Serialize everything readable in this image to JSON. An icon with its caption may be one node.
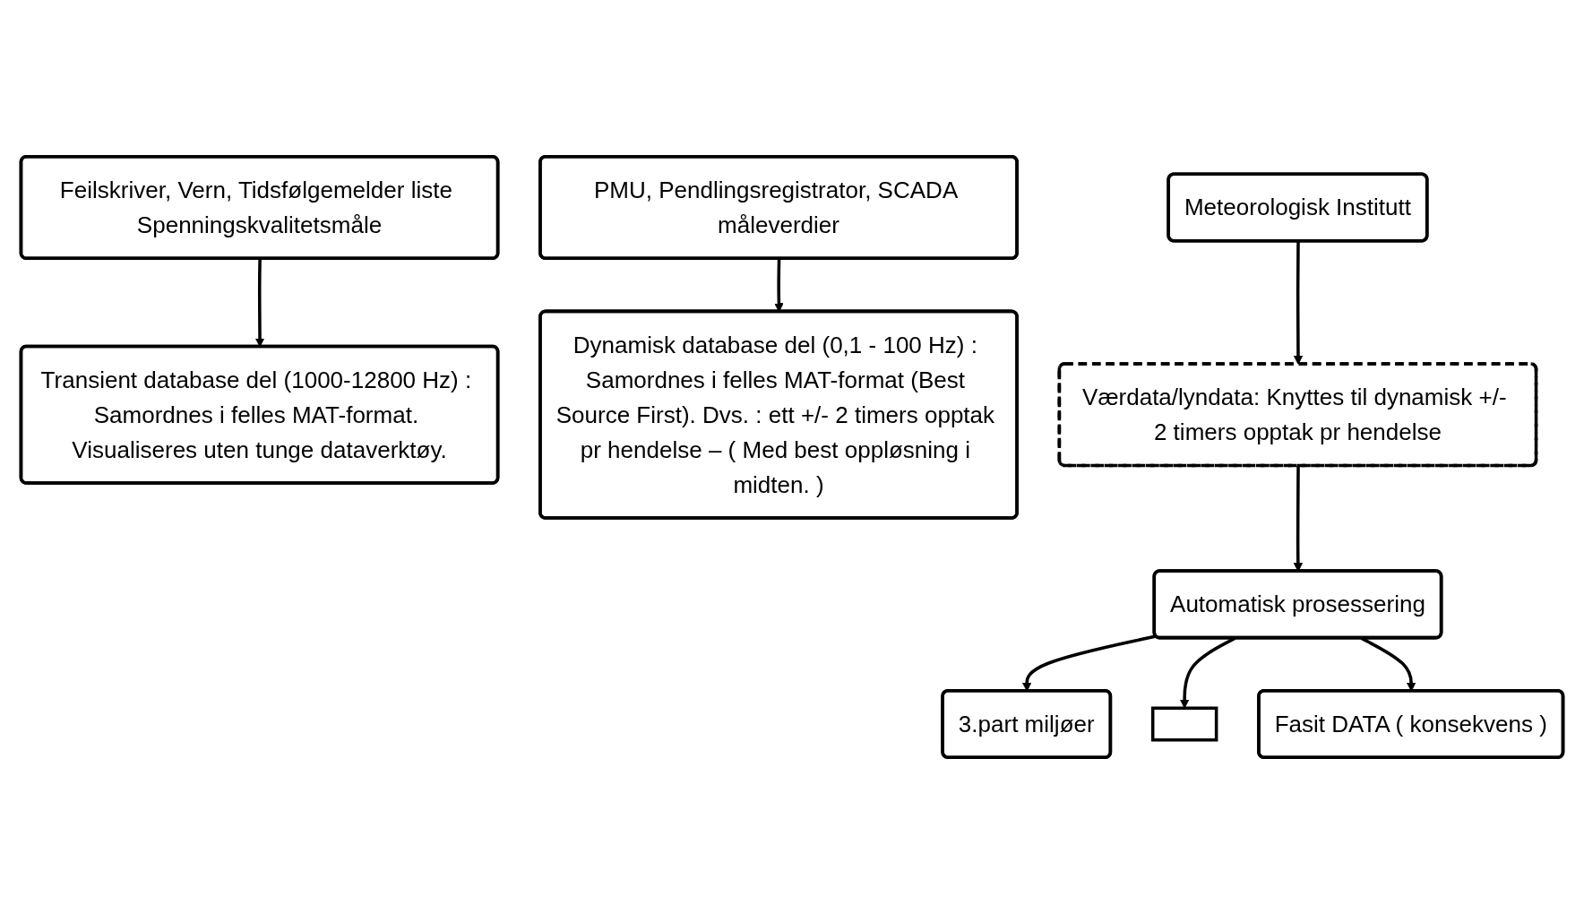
{
  "diagram": {
    "nodes": [
      {
        "text": [
          "Transient database del (1000-12800 Hz) : Samordnes i felles MAT-format. Visualiseres uten tunge dataverktøy."
        ]
      },
      {
        "text": [
          "Feilskriver, Vern, Tidsfølgemelder liste Spenningskvalitetsmåle"
        ]
      },
      {
        "text": [
          "Dynamisk database del (0,1 - 100 Hz) : Samordnes i felles MAT-format (Best Source First). Dvs. : ett +/- 2 timers opptak pr hendelse – ( Med best oppløsning i midten. )"
        ]
      },
      {
        "text": [
          "PMU, Pendlingsregistrator, SCADA måleverdier"
        ]
      },
      {
        "text": [
          "Værdata/lyndata: Knyttes til dynamisk +/- 2 timers opptak pr hendelse"
        ]
      },
      {
        "text": [
          "Meteorologisk Institutt"
        ]
      },
      {
        "text": [
          "Automatisk prosessering"
        ]
      },
      {
        "text": [
          "3.part miljøer"
        ]
      },
      {
        "text": [],
        "shape": "box"
      },
      {
        "text": [
          "Fasit DATA ( konsekvens )"
        ]
      }
    ],
    "edges": [
      {
        "from": 1,
        "to": 0,
        "arrow": "to"
      },
      {
        "from": 3,
        "to": 2,
        "arrow": "to"
      },
      {
        "from": 5,
        "to": 4,
        "arrow": "to"
      },
      {
        "from": 4,
        "to": 6,
        "arrow": "to"
      },
      {
        "from": 6,
        "to": 7,
        "arrow": "to"
      },
      {
        "from": 6,
        "to": 8,
        "arrow": "to"
      },
      {
        "from": 6,
        "to": 9,
        "arrow": "to"
      }
    ]
  }
}
